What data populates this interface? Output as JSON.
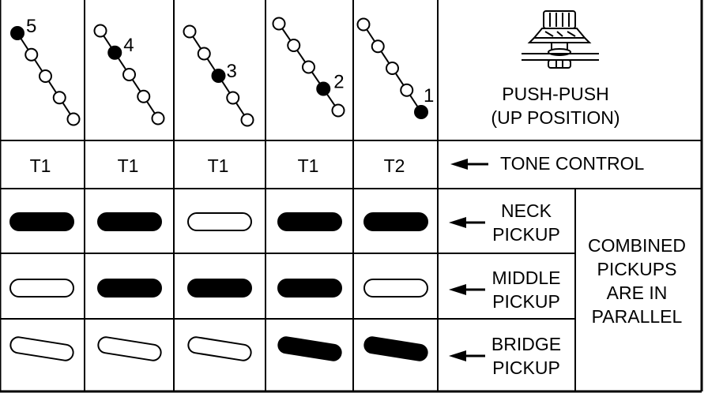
{
  "switch_positions": [
    {
      "number": "5",
      "active": 0
    },
    {
      "number": "4",
      "active": 1
    },
    {
      "number": "3",
      "active": 2
    },
    {
      "number": "2",
      "active": 3
    },
    {
      "number": "1",
      "active": 4
    }
  ],
  "knob": {
    "line1": "PUSH-PUSH",
    "line2": "(UP POSITION)"
  },
  "tone": {
    "values": [
      "T1",
      "T1",
      "T1",
      "T1",
      "T2"
    ],
    "label": "TONE CONTROL"
  },
  "pickups": [
    {
      "id": "neck",
      "line1": "NECK",
      "line2": "PICKUP",
      "states": [
        true,
        true,
        false,
        true,
        true
      ]
    },
    {
      "id": "middle",
      "line1": "MIDDLE",
      "line2": "PICKUP",
      "states": [
        false,
        true,
        true,
        true,
        false
      ]
    },
    {
      "id": "bridge",
      "line1": "BRIDGE",
      "line2": "PICKUP",
      "states": [
        false,
        false,
        false,
        true,
        true
      ]
    }
  ],
  "combined_note": [
    "COMBINED",
    "PICKUPS",
    "ARE IN",
    "PARALLEL"
  ],
  "colors": {
    "line": "#000000",
    "background": "#ffffff"
  }
}
